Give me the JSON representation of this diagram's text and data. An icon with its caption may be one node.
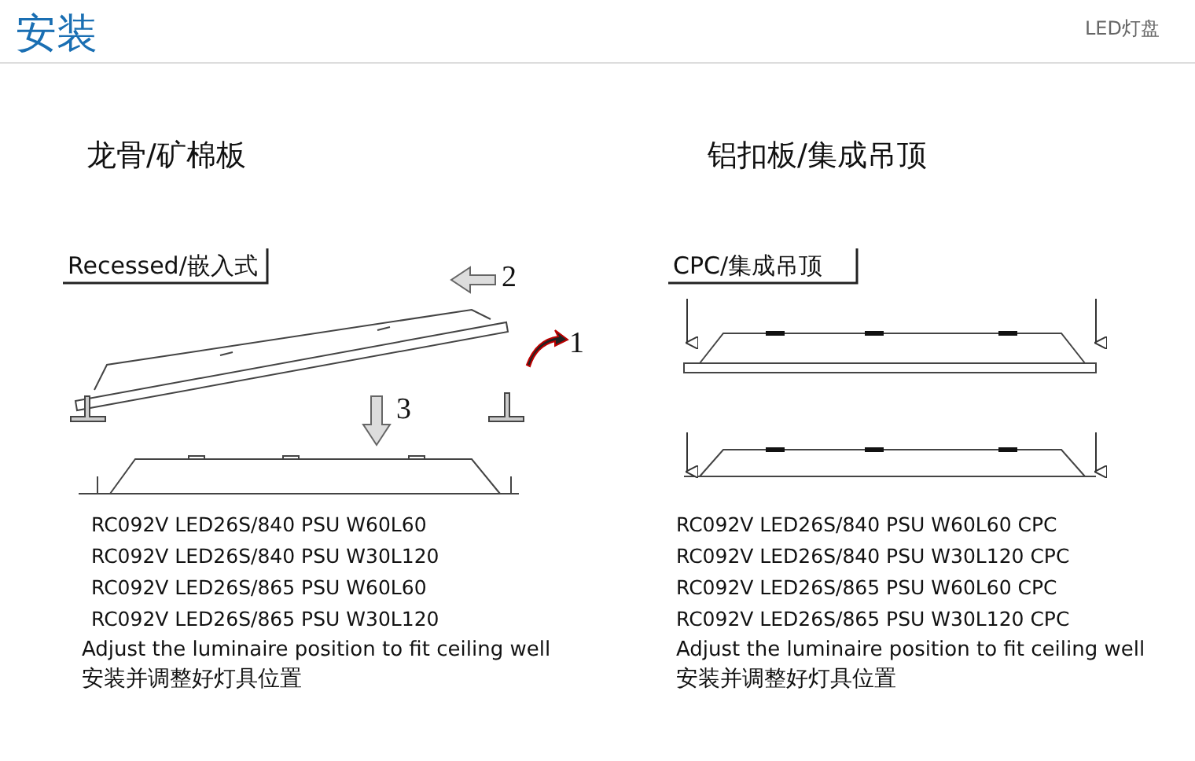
{
  "diagram": {
    "title": "安装",
    "labels": [
      "LED灯盘",
      "龙骨/矿棉板",
      "铝扣板/集成吊顶",
      "Recessed/嵌入式",
      "CPC/集成吊顶",
      "2",
      "1",
      "3",
      "RC092V LED26S/840 PSU W60L60",
      "RC092V LED26S/840 PSU W30L120",
      "RC092V LED26S/865 PSU W60L60",
      "RC092V LED26S/865 PSU W30L120",
      "Adjust the luminaire position to fit ceiling well",
      "安装并调整好灯具位置",
      "RC092V LED26S/840 PSU W60L60 CPC",
      "RC092V LED26S/840 PSU W30L120 CPC",
      "RC092V LED26S/865 PSU W60L60 CPC",
      "RC092V LED26S/865 PSU W30L120 CPC",
      "Adjust the luminaire position to fit ceiling well",
      "安装并调整好灯具位置"
    ]
  }
}
